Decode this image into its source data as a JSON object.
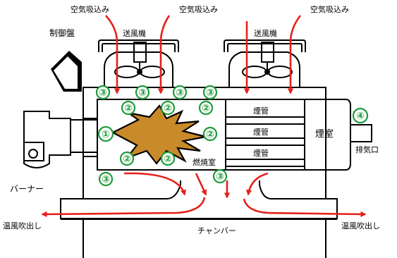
{
  "colors": {
    "number_circle": "#1e9b3a",
    "airflow_arrow": "#e5201b",
    "flame": "#c98b2a",
    "outline": "#000000"
  },
  "labels": {
    "air_intake_left": "空気吸込み",
    "air_intake_center": "空気吸込み",
    "air_intake_right": "空気吸込み",
    "blower_left": "送風機",
    "blower_right": "送風機",
    "control_panel": "制御盤",
    "smoke_tube_1": "煙管",
    "smoke_tube_2": "煙管",
    "smoke_tube_3": "煙管",
    "smoke_chamber": "煙室",
    "exhaust_port": "排気口",
    "combustion_chamber": "燃焼室",
    "burner": "バーナー",
    "chamber": "チャンバー",
    "warm_air_left": "温風吹出し",
    "warm_air_right": "温風吹出し"
  },
  "numbers": {
    "one": "①",
    "two": "②",
    "three": "③",
    "four": "④"
  }
}
